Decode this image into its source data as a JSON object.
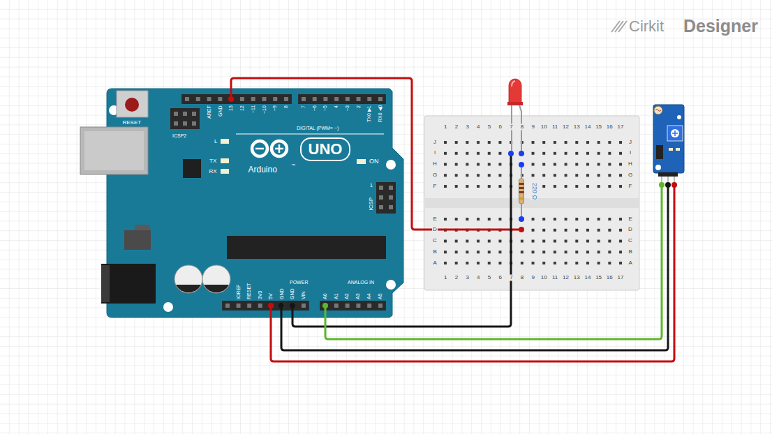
{
  "diagram": {
    "labels": [
      "Cirkit",
      "Designer",
      "RESET",
      "ICSP2",
      "AREF",
      "GND",
      "13",
      "12",
      "~11",
      "~10",
      "~9",
      "8",
      "7",
      "~6",
      "~5",
      "4",
      "~3",
      "2",
      "TX0 ▶1",
      "RX0 ◀0",
      "DIGITAL (PWM= ~)",
      "L",
      "TX",
      "RX",
      "Arduino",
      "UNO",
      "™",
      "ON",
      "1",
      "ICSP",
      "IOREF",
      "RESET",
      "3V3",
      "5V",
      "GND",
      "GND",
      "VIN",
      "POWER",
      "ANALOG IN",
      "A0",
      "A1",
      "A2",
      "A3",
      "A4",
      "A5",
      "220 Ω",
      "1",
      "2",
      "3",
      "4",
      "5",
      "6",
      "7",
      "8",
      "9",
      "10",
      "11",
      "12",
      "13",
      "14",
      "15",
      "16",
      "17",
      "J",
      "I",
      "H",
      "G",
      "F",
      "E",
      "D",
      "C",
      "B",
      "A",
      "J",
      "I",
      "H",
      "G",
      "F",
      "E",
      "D",
      "C",
      "B",
      "A",
      "1",
      "2",
      "3",
      "4",
      "5",
      "6",
      "7",
      "8",
      "9",
      "10",
      "11",
      "12",
      "13",
      "14",
      "15",
      "16",
      "17"
    ]
  }
}
